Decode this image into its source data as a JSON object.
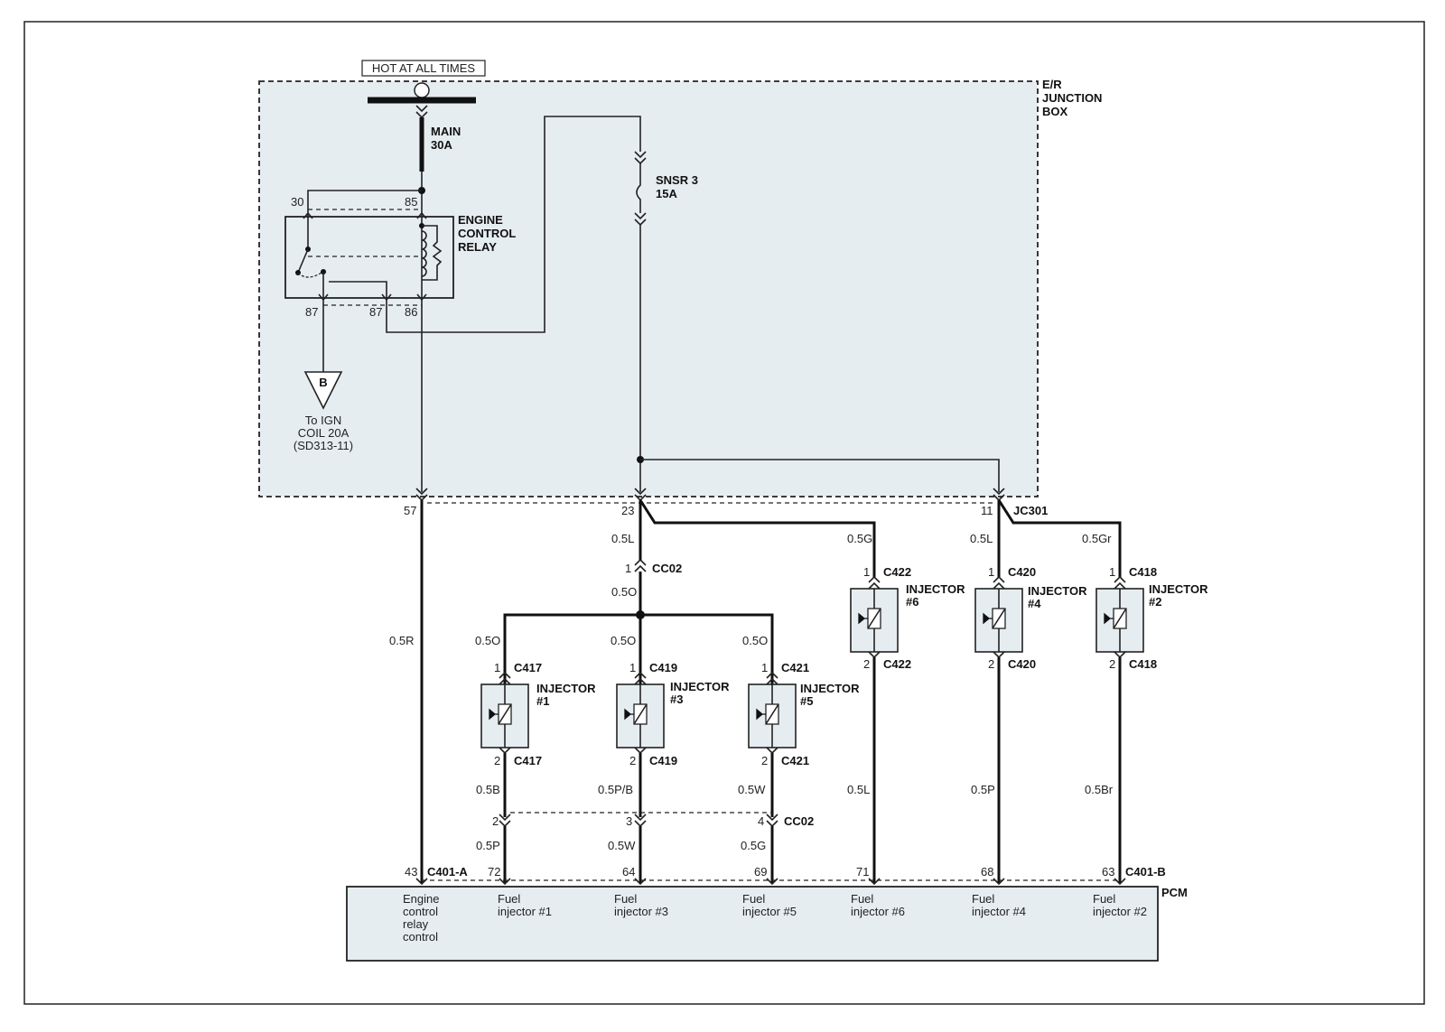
{
  "power": {
    "hot_label": "HOT AT ALL TIMES"
  },
  "junction_box": {
    "label_lines": [
      "E/R",
      "JUNCTION",
      "BOX"
    ]
  },
  "fuses": {
    "main": {
      "label_lines": [
        "MAIN",
        "30A"
      ]
    },
    "snsr3": {
      "label_lines": [
        "SNSR  3",
        "15A"
      ]
    }
  },
  "relay": {
    "label_lines": [
      "ENGINE",
      "CONTROL",
      "RELAY"
    ],
    "pins": {
      "p30": "30",
      "p85": "85",
      "p87a": "87",
      "p87b": "87",
      "p86": "86"
    }
  },
  "ign_ref": {
    "letter": "B",
    "text_lines": [
      "To IGN",
      "COIL 20A",
      "(SD313-11)"
    ]
  },
  "connectors": {
    "jc301": "JC301",
    "cc02_top": "CC02",
    "cc02_bottom": "CC02",
    "c401a": "C401-A",
    "c401b": "C401-B",
    "pcm": "PCM"
  },
  "pins": {
    "p57": "57",
    "p23": "23",
    "p11": "11",
    "cc02_1": "1",
    "cc02_2": "2",
    "cc02_3": "3",
    "cc02_4": "4",
    "pcm_43": "43",
    "pcm_72": "72",
    "pcm_64": "64",
    "pcm_69": "69",
    "pcm_71": "71",
    "pcm_68": "68",
    "pcm_63": "63"
  },
  "wires": {
    "w_05R": "0.5R",
    "w_05L_a": "0.5L",
    "w_05G_top": "0.5G",
    "w_05L_b": "0.5L",
    "w_05Gr": "0.5Gr",
    "w_05O_a": "0.5O",
    "w_05O_1": "0.5O",
    "w_05O_3": "0.5O",
    "w_05O_5": "0.5O",
    "w_05B": "0.5B",
    "w_05PB": "0.5P/B",
    "w_05W_top": "0.5W",
    "w_05P_low": "0.5P",
    "w_05W_low": "0.5W",
    "w_05G_low": "0.5G",
    "w_05L_6": "0.5L",
    "w_05P_4": "0.5P",
    "w_05Br": "0.5Br"
  },
  "injectors": [
    {
      "title": "INJECTOR",
      "number": "#1",
      "conn": "C417",
      "pin_top": "1",
      "pin_bottom": "2"
    },
    {
      "title": "INJECTOR",
      "number": "#3",
      "conn": "C419",
      "pin_top": "1",
      "pin_bottom": "2"
    },
    {
      "title": "INJECTOR",
      "number": "#5",
      "conn": "C421",
      "pin_top": "1",
      "pin_bottom": "2"
    },
    {
      "title": "INJECTOR",
      "number": "#6",
      "conn": "C422",
      "pin_top": "1",
      "pin_bottom": "2"
    },
    {
      "title": "INJECTOR",
      "number": "#4",
      "conn": "C420",
      "pin_top": "1",
      "pin_bottom": "2"
    },
    {
      "title": "INJECTOR",
      "number": "#2",
      "conn": "C418",
      "pin_top": "1",
      "pin_bottom": "2"
    }
  ],
  "pcm_terminals": [
    {
      "lines": [
        "Engine",
        "control",
        "relay",
        "control"
      ]
    },
    {
      "lines": [
        "Fuel",
        "injector #1"
      ]
    },
    {
      "lines": [
        "Fuel",
        "injector #3"
      ]
    },
    {
      "lines": [
        "Fuel",
        "injector #5"
      ]
    },
    {
      "lines": [
        "Fuel",
        "injector #6"
      ]
    },
    {
      "lines": [
        "Fuel",
        "injector #4"
      ]
    },
    {
      "lines": [
        "Fuel",
        "injector #2"
      ]
    }
  ],
  "colors": {
    "box_fill": "#e6edf1",
    "line": "#222222"
  }
}
